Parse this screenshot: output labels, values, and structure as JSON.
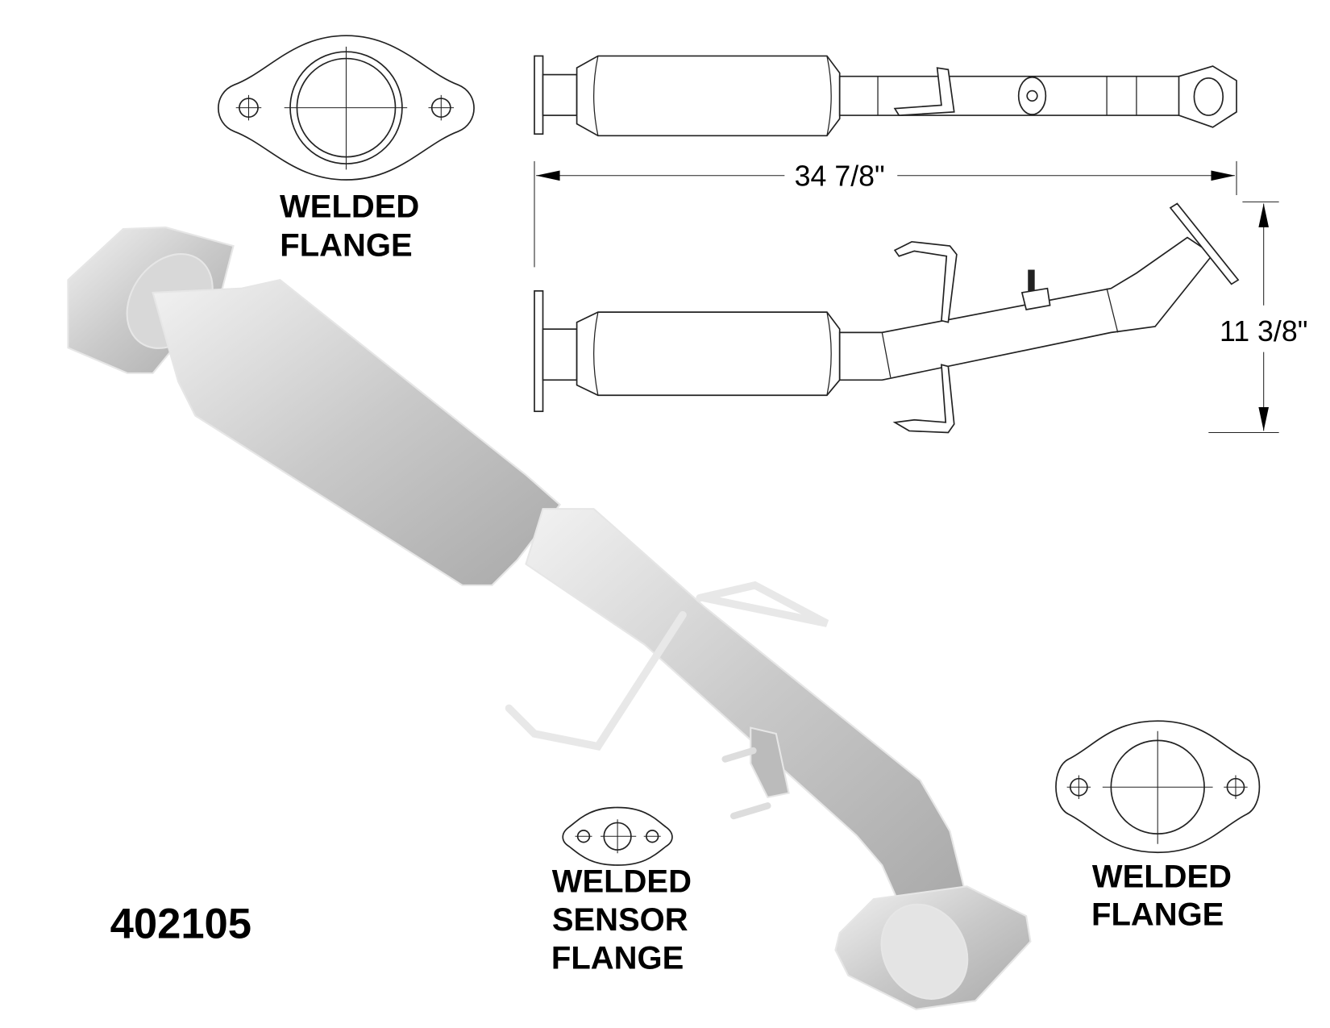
{
  "part_number": "402105",
  "labels": {
    "top_flange": [
      "WELDED",
      "FLANGE"
    ],
    "sensor_flange": [
      "WELDED",
      "SENSOR",
      "FLANGE"
    ],
    "outlet_flange": [
      "WELDED",
      "FLANGE"
    ]
  },
  "dimensions": {
    "length": "34 7/8\"",
    "height": "11 3/8\""
  },
  "colors": {
    "render_gray": "#c8c8c8",
    "line": "#222222"
  }
}
